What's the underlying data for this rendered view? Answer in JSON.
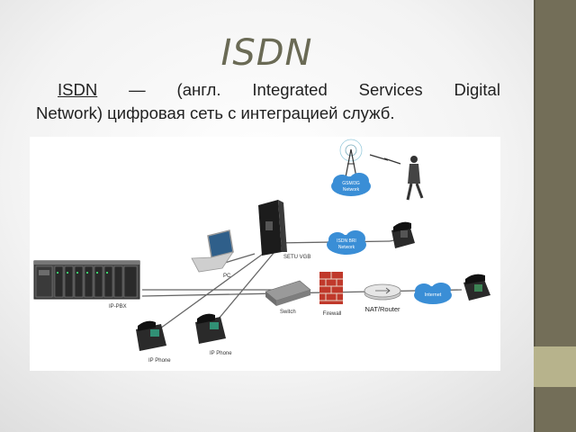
{
  "slide": {
    "title": "ISDN",
    "link_text": "ISDN",
    "line1_parts": [
      "—",
      "(англ.",
      "Integrated",
      "Services",
      "Digital"
    ],
    "line2": "Network) цифровая сеть с интеграцией служб."
  },
  "diagram": {
    "labels": {
      "gsm": "GSM/3G",
      "gsm2": "Network",
      "isdn": "ISDN BRI",
      "isdn2": "Network",
      "internet": "Internet",
      "gateway": "SETU VGB",
      "pc": "PC",
      "ippbx": "IP-PBX",
      "switch": "Switch",
      "firewall": "Firewall",
      "nat": "NAT/Router",
      "ipphone1": "IP Phone",
      "ipphone2": "IP Phone"
    }
  },
  "colors": {
    "title": "#6a6a55",
    "sidebar": "#736e58",
    "sidebar_accent": "#b7b38c",
    "cloud": "#3a8ed6",
    "brick": "#c0392b"
  }
}
